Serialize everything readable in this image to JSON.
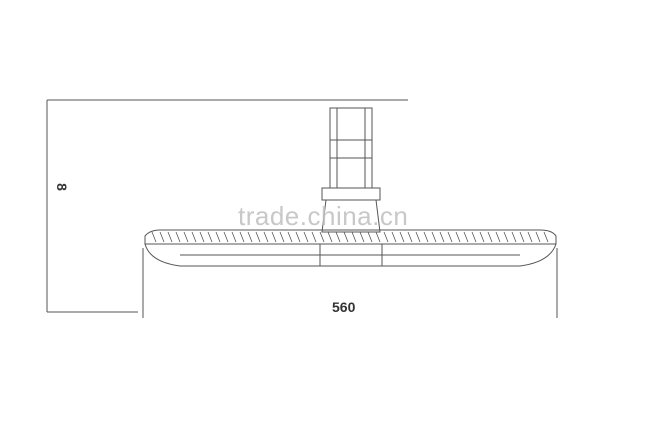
{
  "drawing": {
    "height_dimension": "8",
    "width_dimension": "560",
    "watermark_text": "trade.china.cn"
  },
  "colors": {
    "line": "#555555",
    "watermark": "#bdbdbd",
    "background": "#ffffff"
  }
}
